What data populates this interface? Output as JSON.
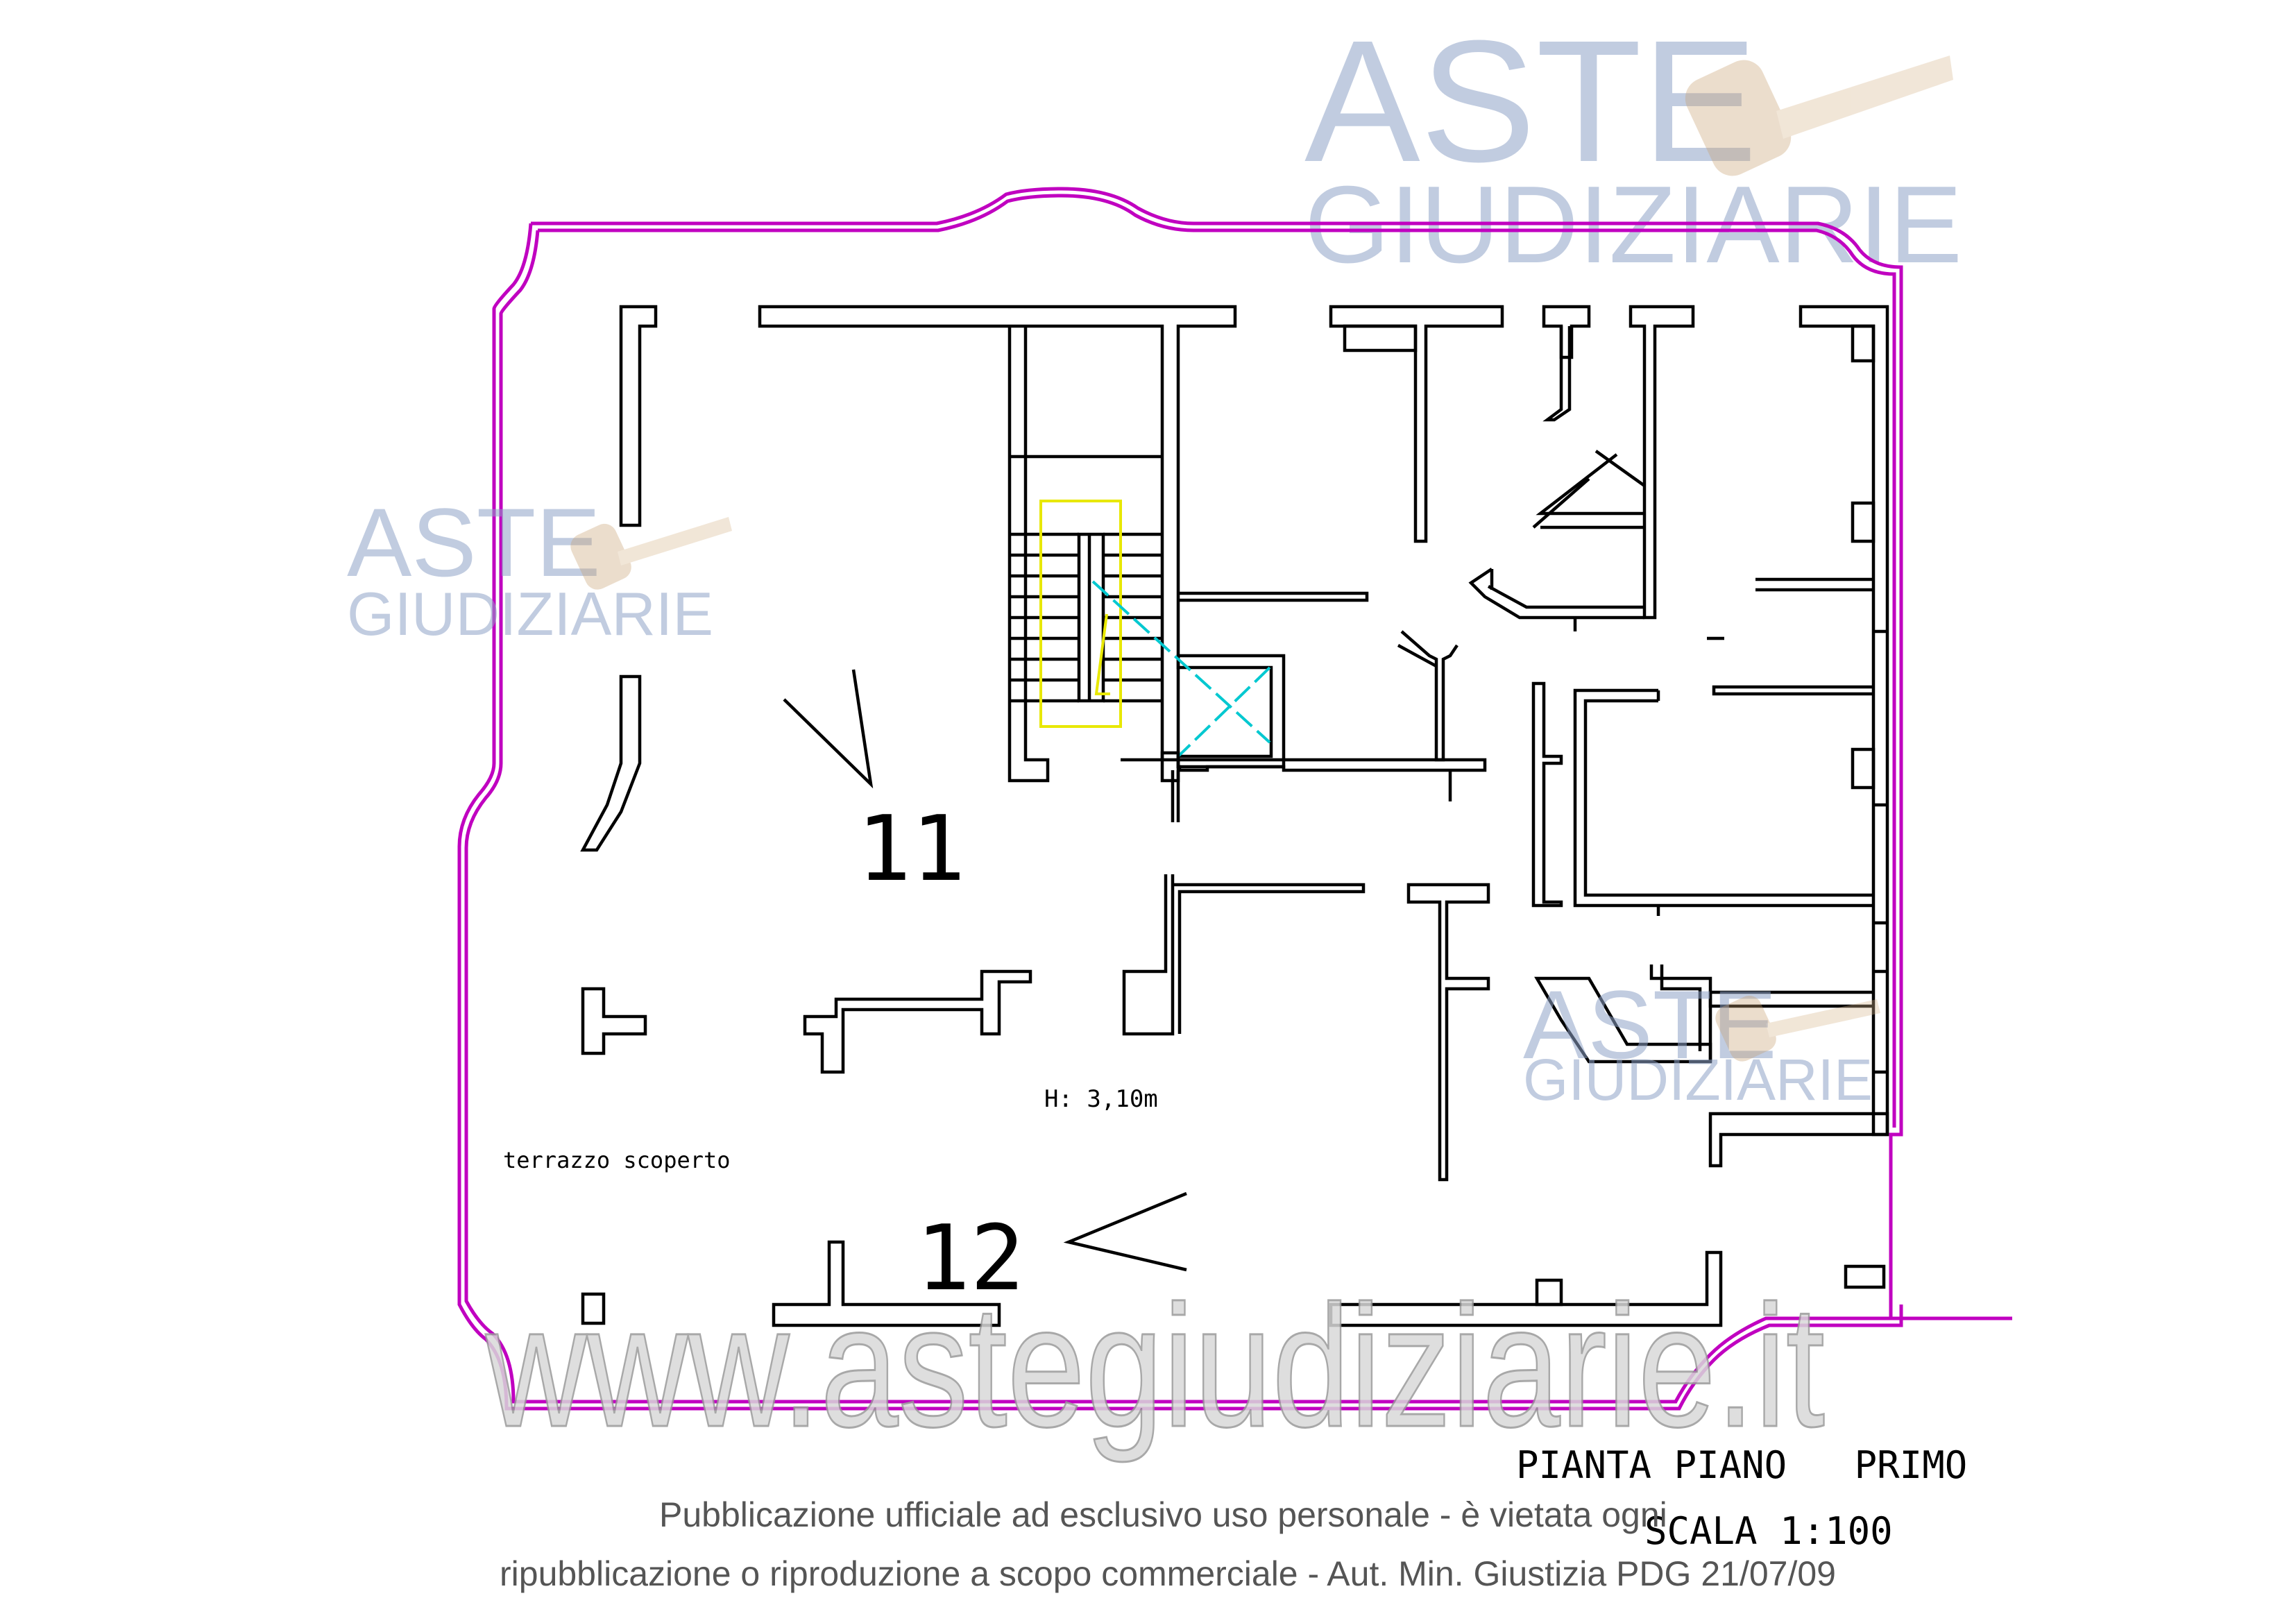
{
  "labels": {
    "room_11": "11",
    "room_12": "12",
    "height": "H: 3,10m",
    "terrace": "terrazzo scoperto",
    "plan_title": "PIANTA PIANO   PRIMO",
    "scale": "SCALA 1:100"
  },
  "watermarks": {
    "brand_line1": "ASTE",
    "brand_line2": "GIUDIZIARIE",
    "url": "www.astegiudiziarie.it"
  },
  "disclaimer": {
    "line1": "Pubblicazione ufficiale ad esclusivo uso personale - è vietata ogni",
    "line2": "ripubblicazione o riproduzione a scopo commerciale - Aut. Min. Giustizia PDG 21/07/09"
  },
  "colors": {
    "walls": "#000000",
    "property_boundary": "#c000c0",
    "stair_outline": "#e8e800",
    "lift_shaft": "#00c8d0",
    "watermark": "#8fa3c7"
  },
  "icons": {
    "gavel": "gavel-icon"
  }
}
